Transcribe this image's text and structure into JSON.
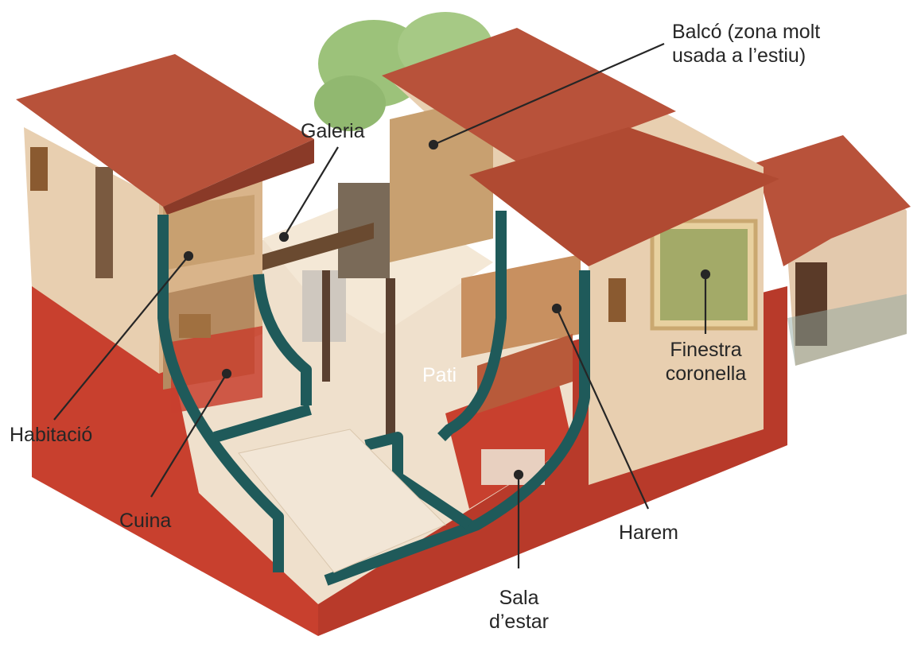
{
  "labels": {
    "balco": {
      "line1": "Balcó (zona molt",
      "line2": "usada a l’estiu)"
    },
    "galeria": "Galeria",
    "habitacio": "Habitació",
    "cuina": "Cuina",
    "pati": "Pati",
    "finestra": {
      "line1": "Finestra",
      "line2": "coronella"
    },
    "harem": "Harem",
    "sala": {
      "line1": "Sala",
      "line2": "d’estar"
    }
  },
  "colors": {
    "roof": "#b8523a",
    "wall": "#e8cfb0",
    "base": "#c8402e",
    "wall_outline": "#1f5a5a",
    "floor": "#efe0cc",
    "tree": "#9cc27a",
    "leader": "#262626"
  }
}
